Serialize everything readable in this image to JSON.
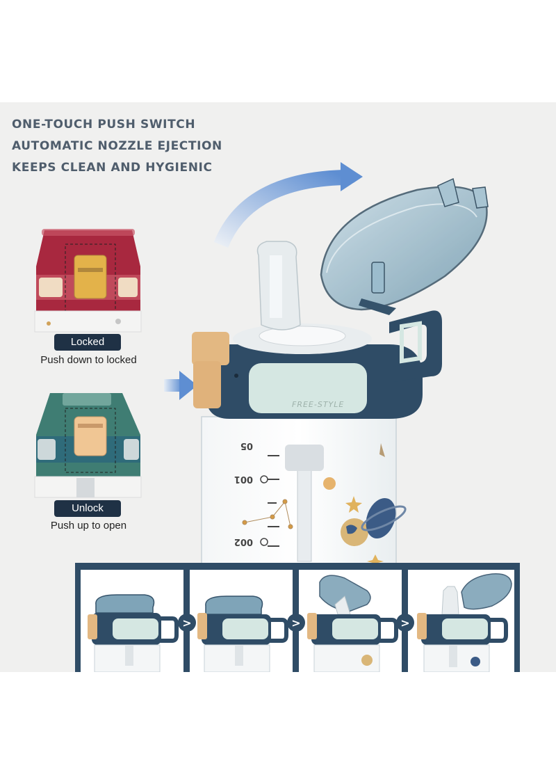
{
  "headline": {
    "line1": "ONE-TOUCH PUSH SWITCH",
    "line2": "AUTOMATIC NOZZLE EJECTION",
    "line3": "KEEPS CLEAN AND HYGIENIC"
  },
  "locked": {
    "badge": "Locked",
    "caption": "Push down to locked"
  },
  "unlock": {
    "badge": "Unlock",
    "caption": "Push up to open"
  },
  "bottle": {
    "brand": "FREE-STYLE"
  },
  "steps": {
    "arrow": ">"
  },
  "colors": {
    "navy": "#2f4c66",
    "mint": "#d5e7e2",
    "orange": "#e3b882",
    "lid_blue": "#8fb3c6",
    "red_cap": "#a8283f",
    "green_cap": "#3f7d73",
    "arrow_blue": "#5e8ed2"
  }
}
